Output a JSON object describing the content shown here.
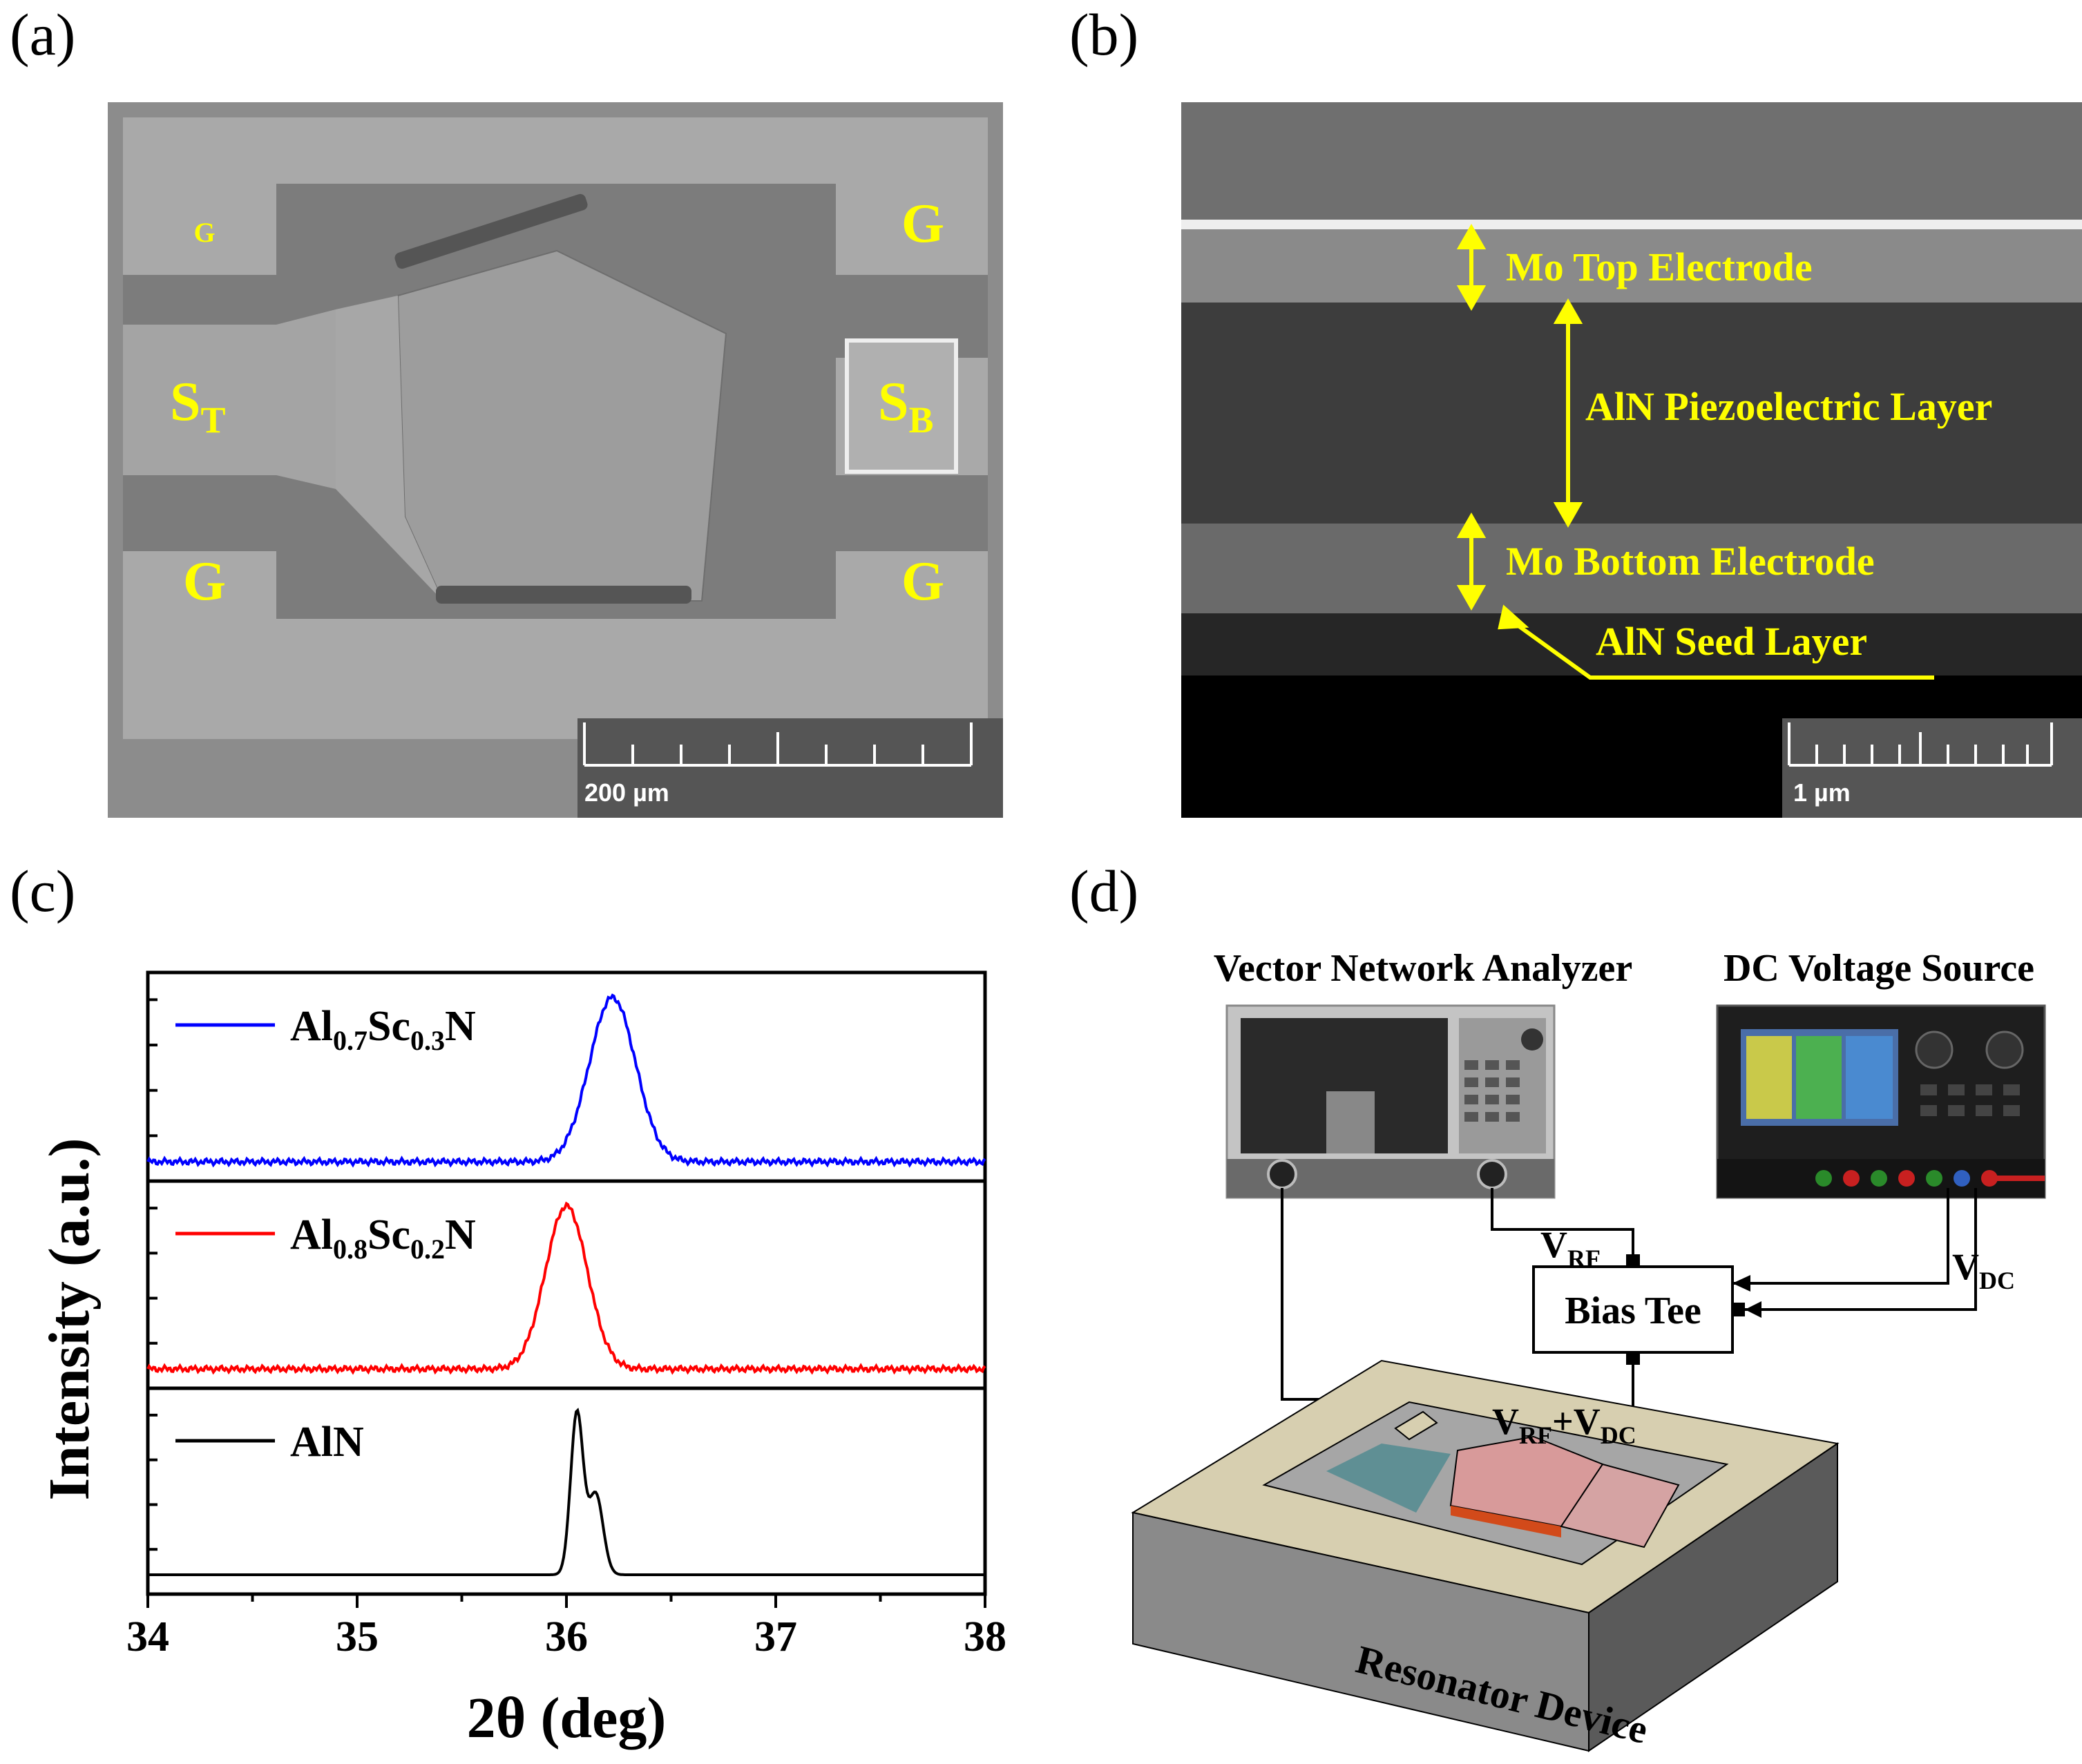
{
  "panels": {
    "a": {
      "label": "(a)",
      "pads": {
        "g_top_left": "G",
        "g_top_right": "G",
        "g_bottom_left": "G",
        "g_bottom_right": "G",
        "s_top_main": "S",
        "s_top_sub": "T",
        "s_bottom_main": "S",
        "s_bottom_sub": "B"
      },
      "scale_bar": "200 µm"
    },
    "b": {
      "label": "(b)",
      "layers": {
        "top_electrode": "Mo Top Electrode",
        "piezo": "AlN Piezoelectric Layer",
        "bottom_electrode": "Mo Bottom Electrode",
        "seed": "AlN Seed Layer"
      },
      "scale_bar": "1 µm"
    },
    "c": {
      "label": "(c)"
    },
    "d": {
      "label": "(d)",
      "vna": "Vector Network Analyzer",
      "dc_source": "DC Voltage Source",
      "bias_tee": "Bias Tee",
      "v_rf_main": "V",
      "v_rf_sub": "RF",
      "v_dc_main": "V",
      "v_dc_sub": "DC",
      "v_sum_a": "V",
      "v_sum_a_sub": "RF",
      "v_sum_plus": "+V",
      "v_sum_b_sub": "DC",
      "device": "Resonator Device"
    }
  },
  "chart_data": {
    "type": "line",
    "xlabel": "2θ (deg)",
    "ylabel": "Intensity (a.u.)",
    "xlim": [
      34,
      38
    ],
    "xticks": [
      "34",
      "35",
      "36",
      "37",
      "38"
    ],
    "series": [
      {
        "name": "Al0.7Sc0.3N",
        "name_parts": [
          "Al",
          "0.7",
          "Sc",
          "0.3",
          "N"
        ],
        "color": "#0000ff",
        "peaks": [
          {
            "center": 36.22,
            "width": 0.11,
            "height": 1.0
          }
        ],
        "baseline": 0.0
      },
      {
        "name": "Al0.8Sc0.2N",
        "name_parts": [
          "Al",
          "0.8",
          "Sc",
          "0.2",
          "N"
        ],
        "color": "#ff0000",
        "peaks": [
          {
            "center": 36.0,
            "width": 0.1,
            "height": 1.0
          }
        ],
        "baseline": 0.0
      },
      {
        "name": "AlN",
        "name_parts": [
          "AlN"
        ],
        "color": "#000000",
        "peaks": [
          {
            "center": 36.05,
            "width": 0.03,
            "height": 1.0
          },
          {
            "center": 36.14,
            "width": 0.035,
            "height": 0.5
          }
        ],
        "baseline": 0.0
      }
    ]
  }
}
